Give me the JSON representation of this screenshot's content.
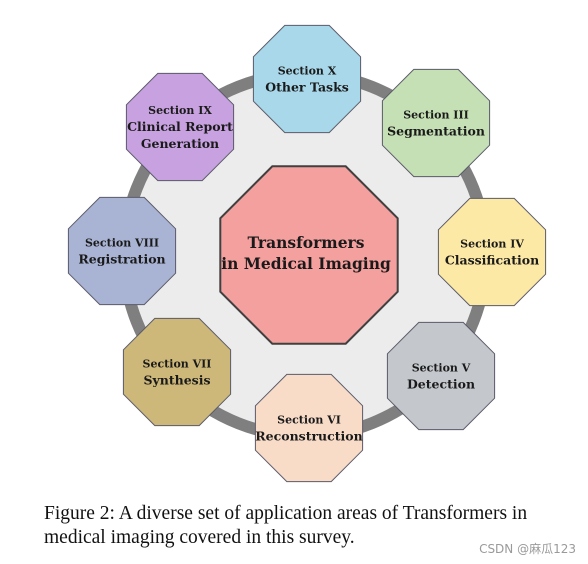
{
  "center": {
    "lines": [
      "Transformers",
      "in Medical Imaging"
    ],
    "color": "#f4a09e"
  },
  "sections": [
    {
      "number": "Section X",
      "name_lines": [
        "Other Tasks"
      ],
      "color": "#a8d8ea"
    },
    {
      "number": "Section III",
      "name_lines": [
        "Segmentation"
      ],
      "color": "#c5e0b4"
    },
    {
      "number": "Section IV",
      "name_lines": [
        "Classification"
      ],
      "color": "#fde9a6"
    },
    {
      "number": "Section V",
      "name_lines": [
        "Detection"
      ],
      "color": "#c4c8cc"
    },
    {
      "number": "Section VI",
      "name_lines": [
        "Reconstruction"
      ],
      "color": "#f8dcc8"
    },
    {
      "number": "Section VII",
      "name_lines": [
        "Synthesis"
      ],
      "color": "#cdb87a"
    },
    {
      "number": "Section VIII",
      "name_lines": [
        "Registration"
      ],
      "color": "#a9b4d4"
    },
    {
      "number": "Section IX",
      "name_lines": [
        "Clinical Report",
        "Generation"
      ],
      "color": "#c8a2e0"
    }
  ],
  "ring_color": "#7f7f7f",
  "caption": "Figure 2: A diverse set of application areas of Transformers in medical imaging covered in this survey.",
  "watermark": "CSDN @麻瓜123"
}
